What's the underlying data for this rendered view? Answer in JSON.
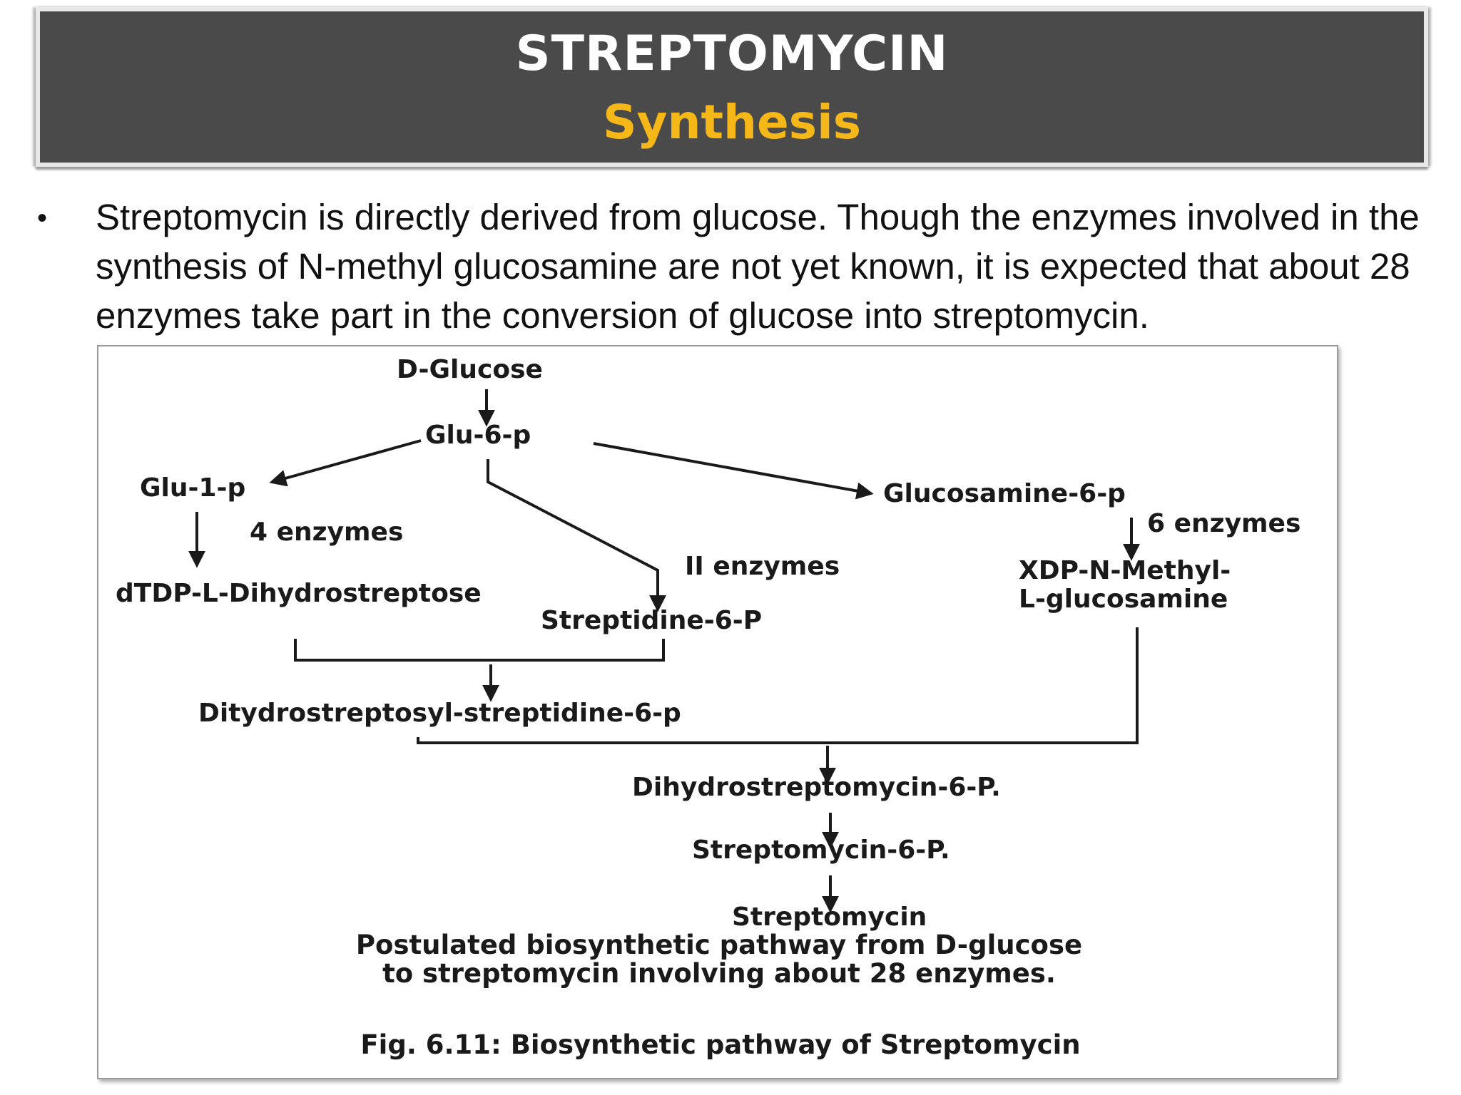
{
  "header": {
    "title": "STREPTOMYCIN",
    "subtitle": "Synthesis"
  },
  "bullet": {
    "text": "Streptomycin is directly derived from glucose. Though the enzymes involved in the synthesis of N-methyl glucosamine are not yet known, it is expected that about 28 enzymes take part in the conversion of glucose into streptomycin."
  },
  "diagram": {
    "nodes": {
      "d_glucose": "D-Glucose",
      "glu6p": "Glu-6-p",
      "glu1p": "Glu-1-p",
      "enz4": "4 enzymes",
      "dtdp": "dTDP-L-Dihydrostreptose",
      "enz11": "II enzymes",
      "streptidine6p": "Streptidine-6-P",
      "glucosamine6p": "Glucosamine-6-p",
      "enz6": "6 enzymes",
      "xdp1": "XDP-N-Methyl-",
      "xdp2": "L-glucosamine",
      "ditydro": "Ditydrostreptosyl-streptidine-6-p",
      "dihydrostrep": "Dihydrostreptomycin-6-P.",
      "strep6p": "Streptomycin-6-P.",
      "streptomycin": "Streptomycin"
    },
    "caption_line1": "Postulated biosynthetic pathway from D-glucose",
    "caption_line2": "to streptomycin involving about 28 enzymes.",
    "figure_caption": "Fig. 6.11: Biosynthetic pathway of Streptomycin"
  }
}
